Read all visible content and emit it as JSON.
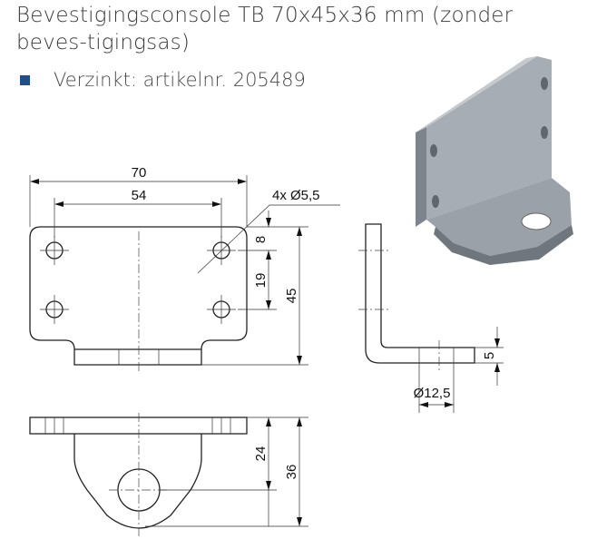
{
  "title": "Bevestigingsconsole TB 70x45x36 mm (zonder beves-tigingsas)",
  "bullet": {
    "text": "Verzinkt: artikelnr. 205489",
    "color": "#1f4e8c"
  },
  "drawing": {
    "dim_width_total": "70",
    "dim_hole_spacing_horizontal": "54",
    "hole_callout": "4x Ø5,5",
    "dim_hole_offset_top": "8",
    "dim_hole_spacing_vertical": "19",
    "dim_height": "45",
    "dim_thickness": "5",
    "dim_eye_hole": "Ø12,5",
    "dim_eye_center": "24",
    "dim_depth": "36"
  },
  "render_colors": {
    "part_face": "#a7adb4",
    "part_dark": "#7d848c",
    "part_light": "#c4c9ce"
  }
}
